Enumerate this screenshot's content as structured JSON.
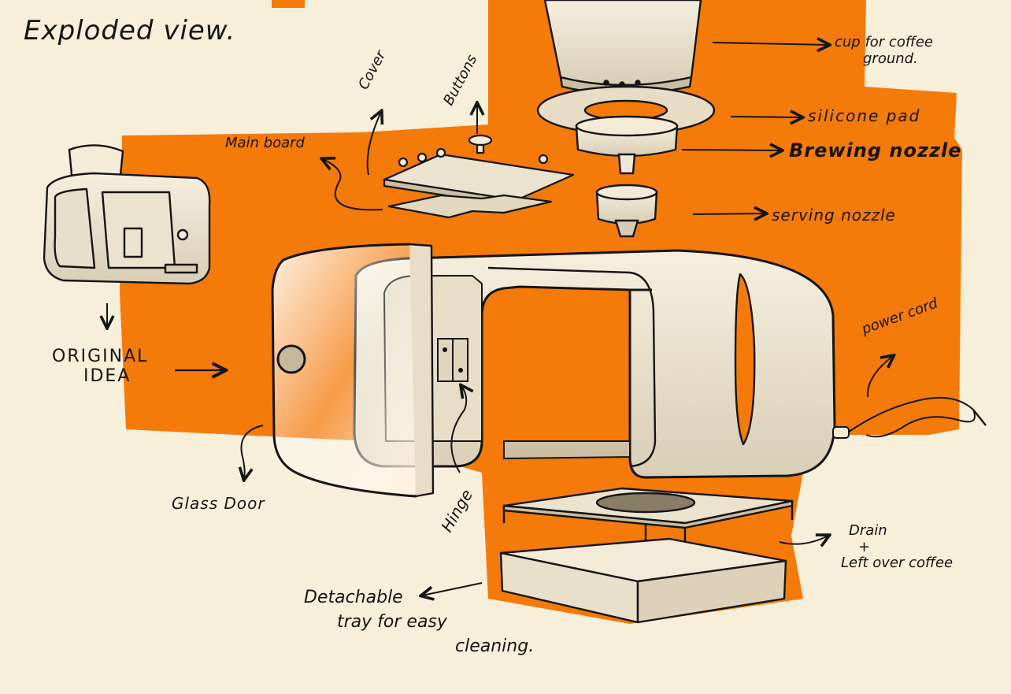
{
  "title": "Exploded view.",
  "labels": {
    "cup": [
      "cup for coffee",
      "ground."
    ],
    "silicone": "silicone pad",
    "brewing": "Brewing nozzle",
    "serving": "serving nozzle",
    "cover": "Cover",
    "buttons": "Buttons",
    "mainboard": "Main board",
    "original": [
      "ORIGINAL",
      "IDEA"
    ],
    "power": [
      "power",
      "cord"
    ],
    "hinge": "Hinge",
    "glassdoor": "Glass Door",
    "drain": [
      "Drain",
      "+",
      "Left over coffee"
    ],
    "tray": [
      "Detachable",
      "tray for easy",
      "cleaning."
    ]
  },
  "colors": {
    "paper": "#f7efda",
    "accent": "#f47a0a",
    "ink": "#151515",
    "body_fill": "#efe7d4",
    "shadow": "#b9ab92"
  }
}
